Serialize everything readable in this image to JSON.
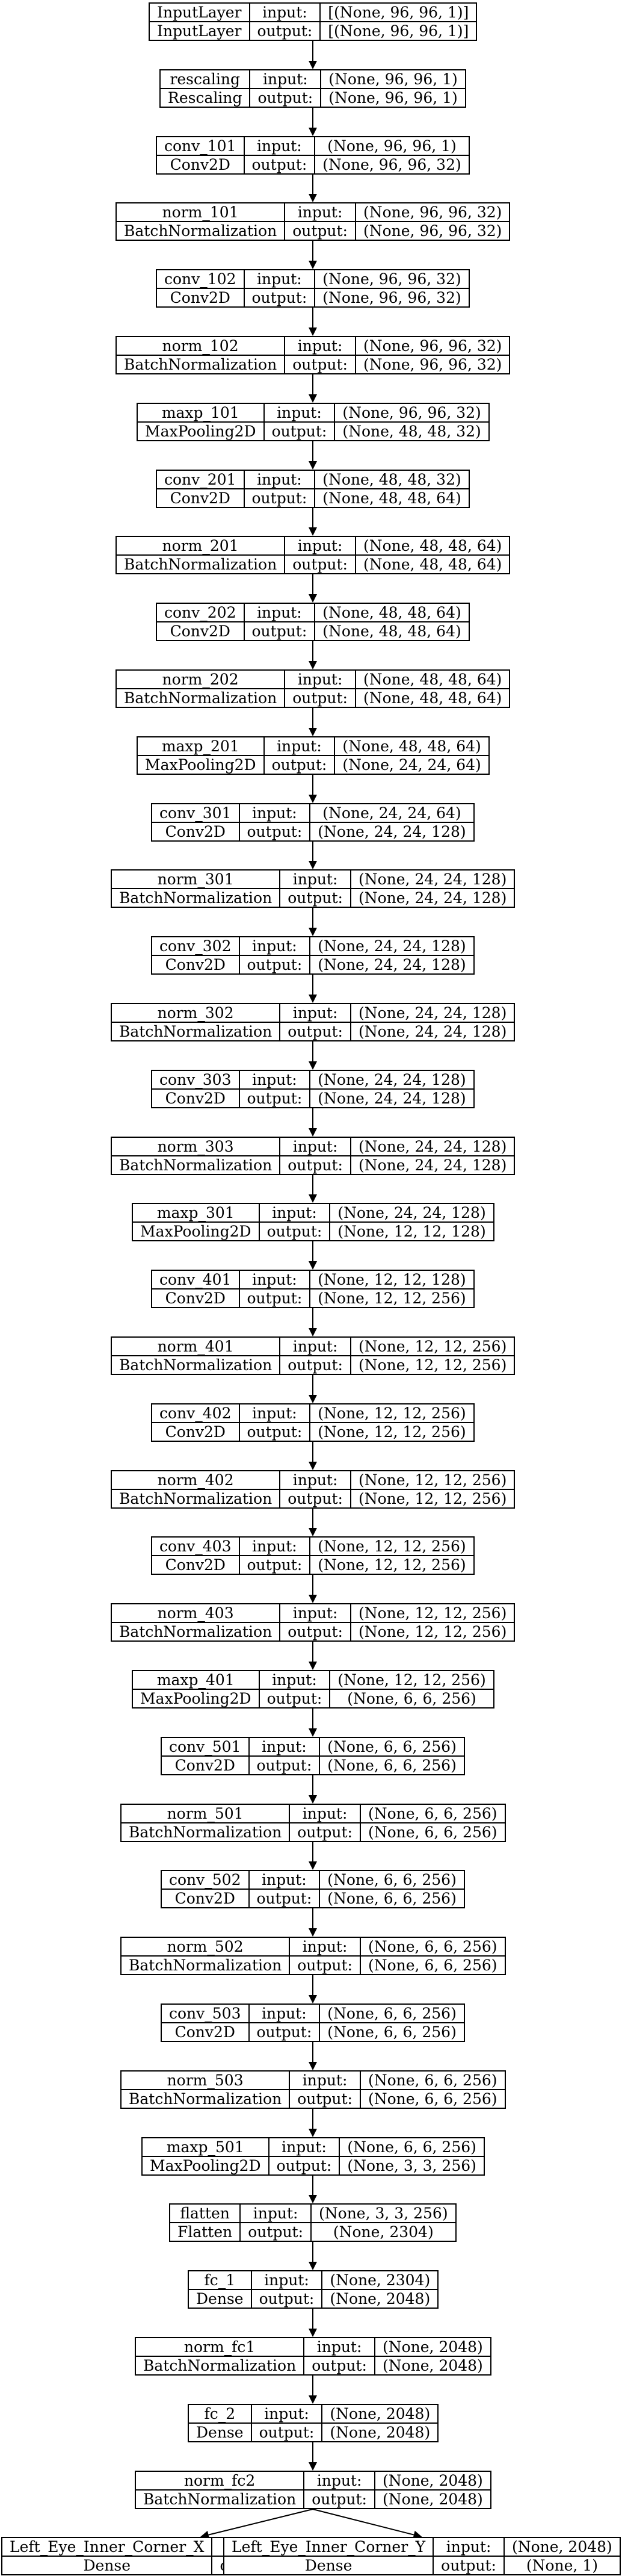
{
  "layers": [
    {
      "name": "InputLayer",
      "type": "InputLayer",
      "input": "[(None, 96, 96, 1)]",
      "output": "[(None, 96, 96, 1)]"
    },
    {
      "name": "rescaling",
      "type": "Rescaling",
      "input": "(None, 96, 96, 1)",
      "output": "(None, 96, 96, 1)"
    },
    {
      "name": "conv_101",
      "type": "Conv2D",
      "input": "(None, 96, 96, 1)",
      "output": "(None, 96, 96, 32)"
    },
    {
      "name": "norm_101",
      "type": "BatchNormalization",
      "input": "(None, 96, 96, 32)",
      "output": "(None, 96, 96, 32)"
    },
    {
      "name": "conv_102",
      "type": "Conv2D",
      "input": "(None, 96, 96, 32)",
      "output": "(None, 96, 96, 32)"
    },
    {
      "name": "norm_102",
      "type": "BatchNormalization",
      "input": "(None, 96, 96, 32)",
      "output": "(None, 96, 96, 32)"
    },
    {
      "name": "maxp_101",
      "type": "MaxPooling2D",
      "input": "(None, 96, 96, 32)",
      "output": "(None, 48, 48, 32)"
    },
    {
      "name": "conv_201",
      "type": "Conv2D",
      "input": "(None, 48, 48, 32)",
      "output": "(None, 48, 48, 64)"
    },
    {
      "name": "norm_201",
      "type": "BatchNormalization",
      "input": "(None, 48, 48, 64)",
      "output": "(None, 48, 48, 64)"
    },
    {
      "name": "conv_202",
      "type": "Conv2D",
      "input": "(None, 48, 48, 64)",
      "output": "(None, 48, 48, 64)"
    },
    {
      "name": "norm_202",
      "type": "BatchNormalization",
      "input": "(None, 48, 48, 64)",
      "output": "(None, 48, 48, 64)"
    },
    {
      "name": "maxp_201",
      "type": "MaxPooling2D",
      "input": "(None, 48, 48, 64)",
      "output": "(None, 24, 24, 64)"
    },
    {
      "name": "conv_301",
      "type": "Conv2D",
      "input": "(None, 24, 24, 64)",
      "output": "(None, 24, 24, 128)"
    },
    {
      "name": "norm_301",
      "type": "BatchNormalization",
      "input": "(None, 24, 24, 128)",
      "output": "(None, 24, 24, 128)"
    },
    {
      "name": "conv_302",
      "type": "Conv2D",
      "input": "(None, 24, 24, 128)",
      "output": "(None, 24, 24, 128)"
    },
    {
      "name": "norm_302",
      "type": "BatchNormalization",
      "input": "(None, 24, 24, 128)",
      "output": "(None, 24, 24, 128)"
    },
    {
      "name": "conv_303",
      "type": "Conv2D",
      "input": "(None, 24, 24, 128)",
      "output": "(None, 24, 24, 128)"
    },
    {
      "name": "norm_303",
      "type": "BatchNormalization",
      "input": "(None, 24, 24, 128)",
      "output": "(None, 24, 24, 128)"
    },
    {
      "name": "maxp_301",
      "type": "MaxPooling2D",
      "input": "(None, 24, 24, 128)",
      "output": "(None, 12, 12, 128)"
    },
    {
      "name": "conv_401",
      "type": "Conv2D",
      "input": "(None, 12, 12, 128)",
      "output": "(None, 12, 12, 256)"
    },
    {
      "name": "norm_401",
      "type": "BatchNormalization",
      "input": "(None, 12, 12, 256)",
      "output": "(None, 12, 12, 256)"
    },
    {
      "name": "conv_402",
      "type": "Conv2D",
      "input": "(None, 12, 12, 256)",
      "output": "(None, 12, 12, 256)"
    },
    {
      "name": "norm_402",
      "type": "BatchNormalization",
      "input": "(None, 12, 12, 256)",
      "output": "(None, 12, 12, 256)"
    },
    {
      "name": "conv_403",
      "type": "Conv2D",
      "input": "(None, 12, 12, 256)",
      "output": "(None, 12, 12, 256)"
    },
    {
      "name": "norm_403",
      "type": "BatchNormalization",
      "input": "(None, 12, 12, 256)",
      "output": "(None, 12, 12, 256)"
    },
    {
      "name": "maxp_401",
      "type": "MaxPooling2D",
      "input": "(None, 12, 12, 256)",
      "output": "(None, 6, 6, 256)"
    },
    {
      "name": "conv_501",
      "type": "Conv2D",
      "input": "(None, 6, 6, 256)",
      "output": "(None, 6, 6, 256)"
    },
    {
      "name": "norm_501",
      "type": "BatchNormalization",
      "input": "(None, 6, 6, 256)",
      "output": "(None, 6, 6, 256)"
    },
    {
      "name": "conv_502",
      "type": "Conv2D",
      "input": "(None, 6, 6, 256)",
      "output": "(None, 6, 6, 256)"
    },
    {
      "name": "norm_502",
      "type": "BatchNormalization",
      "input": "(None, 6, 6, 256)",
      "output": "(None, 6, 6, 256)"
    },
    {
      "name": "conv_503",
      "type": "Conv2D",
      "input": "(None, 6, 6, 256)",
      "output": "(None, 6, 6, 256)"
    },
    {
      "name": "norm_503",
      "type": "BatchNormalization",
      "input": "(None, 6, 6, 256)",
      "output": "(None, 6, 6, 256)"
    },
    {
      "name": "maxp_501",
      "type": "MaxPooling2D",
      "input": "(None, 6, 6, 256)",
      "output": "(None, 3, 3, 256)"
    },
    {
      "name": "flatten",
      "type": "Flatten",
      "input": "(None, 3, 3, 256)",
      "output": "(None, 2304)"
    },
    {
      "name": "fc_1",
      "type": "Dense",
      "input": "(None, 2304)",
      "output": "(None, 2048)"
    },
    {
      "name": "norm_fc1",
      "type": "BatchNormalization",
      "input": "(None, 2048)",
      "output": "(None, 2048)"
    },
    {
      "name": "fc_2",
      "type": "Dense",
      "input": "(None, 2048)",
      "output": "(None, 2048)"
    },
    {
      "name": "norm_fc2",
      "type": "BatchNormalization",
      "input": "(None, 2048)",
      "output": "(None, 2048)"
    }
  ],
  "outputs": [
    {
      "name": "Left_Eye_Inner_Corner_X",
      "type": "Dense",
      "input": "(None, 2048)",
      "output": "(None, 1)"
    },
    {
      "name": "Left_Eye_Inner_Corner_Y",
      "type": "Dense",
      "input": "(None, 2048)",
      "output": "(None, 1)"
    }
  ],
  "labels": {
    "input": "input:",
    "output": "output:"
  },
  "colors": {
    "line": "#000000",
    "background": "#ffffff"
  }
}
